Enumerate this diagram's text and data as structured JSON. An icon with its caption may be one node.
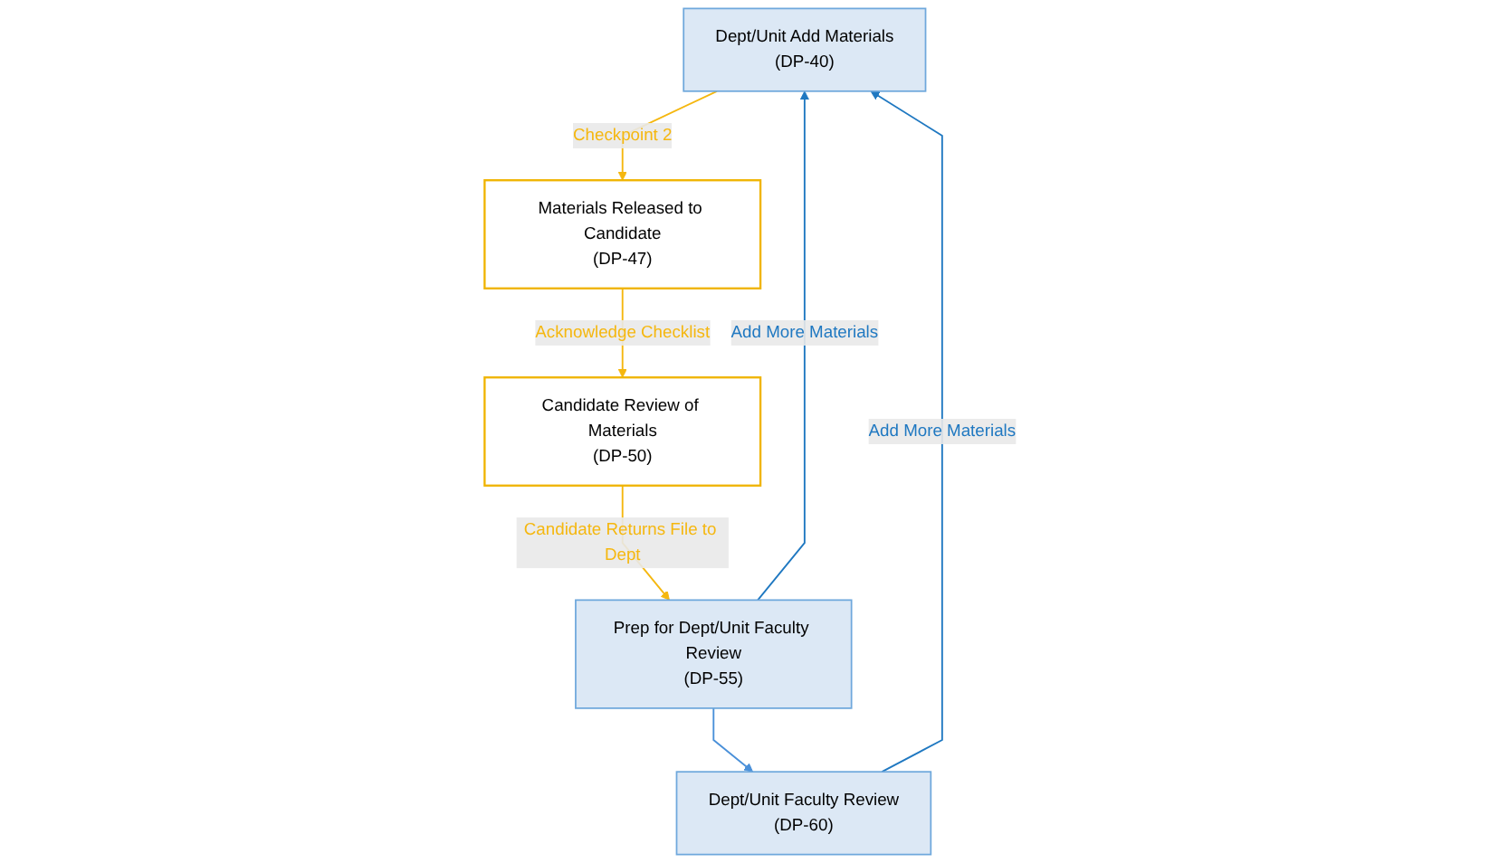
{
  "diagram": {
    "nodes": [
      {
        "text": [
          "Dept/Unit Add Materials",
          "(DP-40)"
        ]
      },
      {
        "text": [
          "Prep for Dept/Unit Faculty Review",
          "(DP-55)"
        ]
      },
      {
        "text": [
          "Dept/Unit Faculty Review",
          "(DP-60)"
        ]
      },
      {
        "text": [
          "Materials Released to Candidate",
          "(DP-47)"
        ]
      },
      {
        "text": [
          "Candidate Review of Materials",
          "(DP-50)"
        ]
      }
    ],
    "edges": [
      {
        "from": 0,
        "to": 3,
        "arrow": "to",
        "label": "Checkpoint 2",
        "color": "#f5b70f"
      },
      {
        "from": 3,
        "to": 4,
        "arrow": "to",
        "label": "Acknowledge Checklist",
        "color": "#f5b70f"
      },
      {
        "from": 4,
        "to": 1,
        "arrow": "to",
        "label": "Candidate Returns File to Dept",
        "color": "#f5b70f"
      },
      {
        "from": 1,
        "to": 2,
        "arrow": "to",
        "color": "#4a90d9"
      },
      {
        "from": 1,
        "to": 0,
        "arrow": "to",
        "label": "Add More Materials",
        "color": "#1f78c1"
      },
      {
        "from": 2,
        "to": 0,
        "arrow": "to",
        "label": "Add More Materials",
        "color": "#1f78c1"
      }
    ]
  }
}
